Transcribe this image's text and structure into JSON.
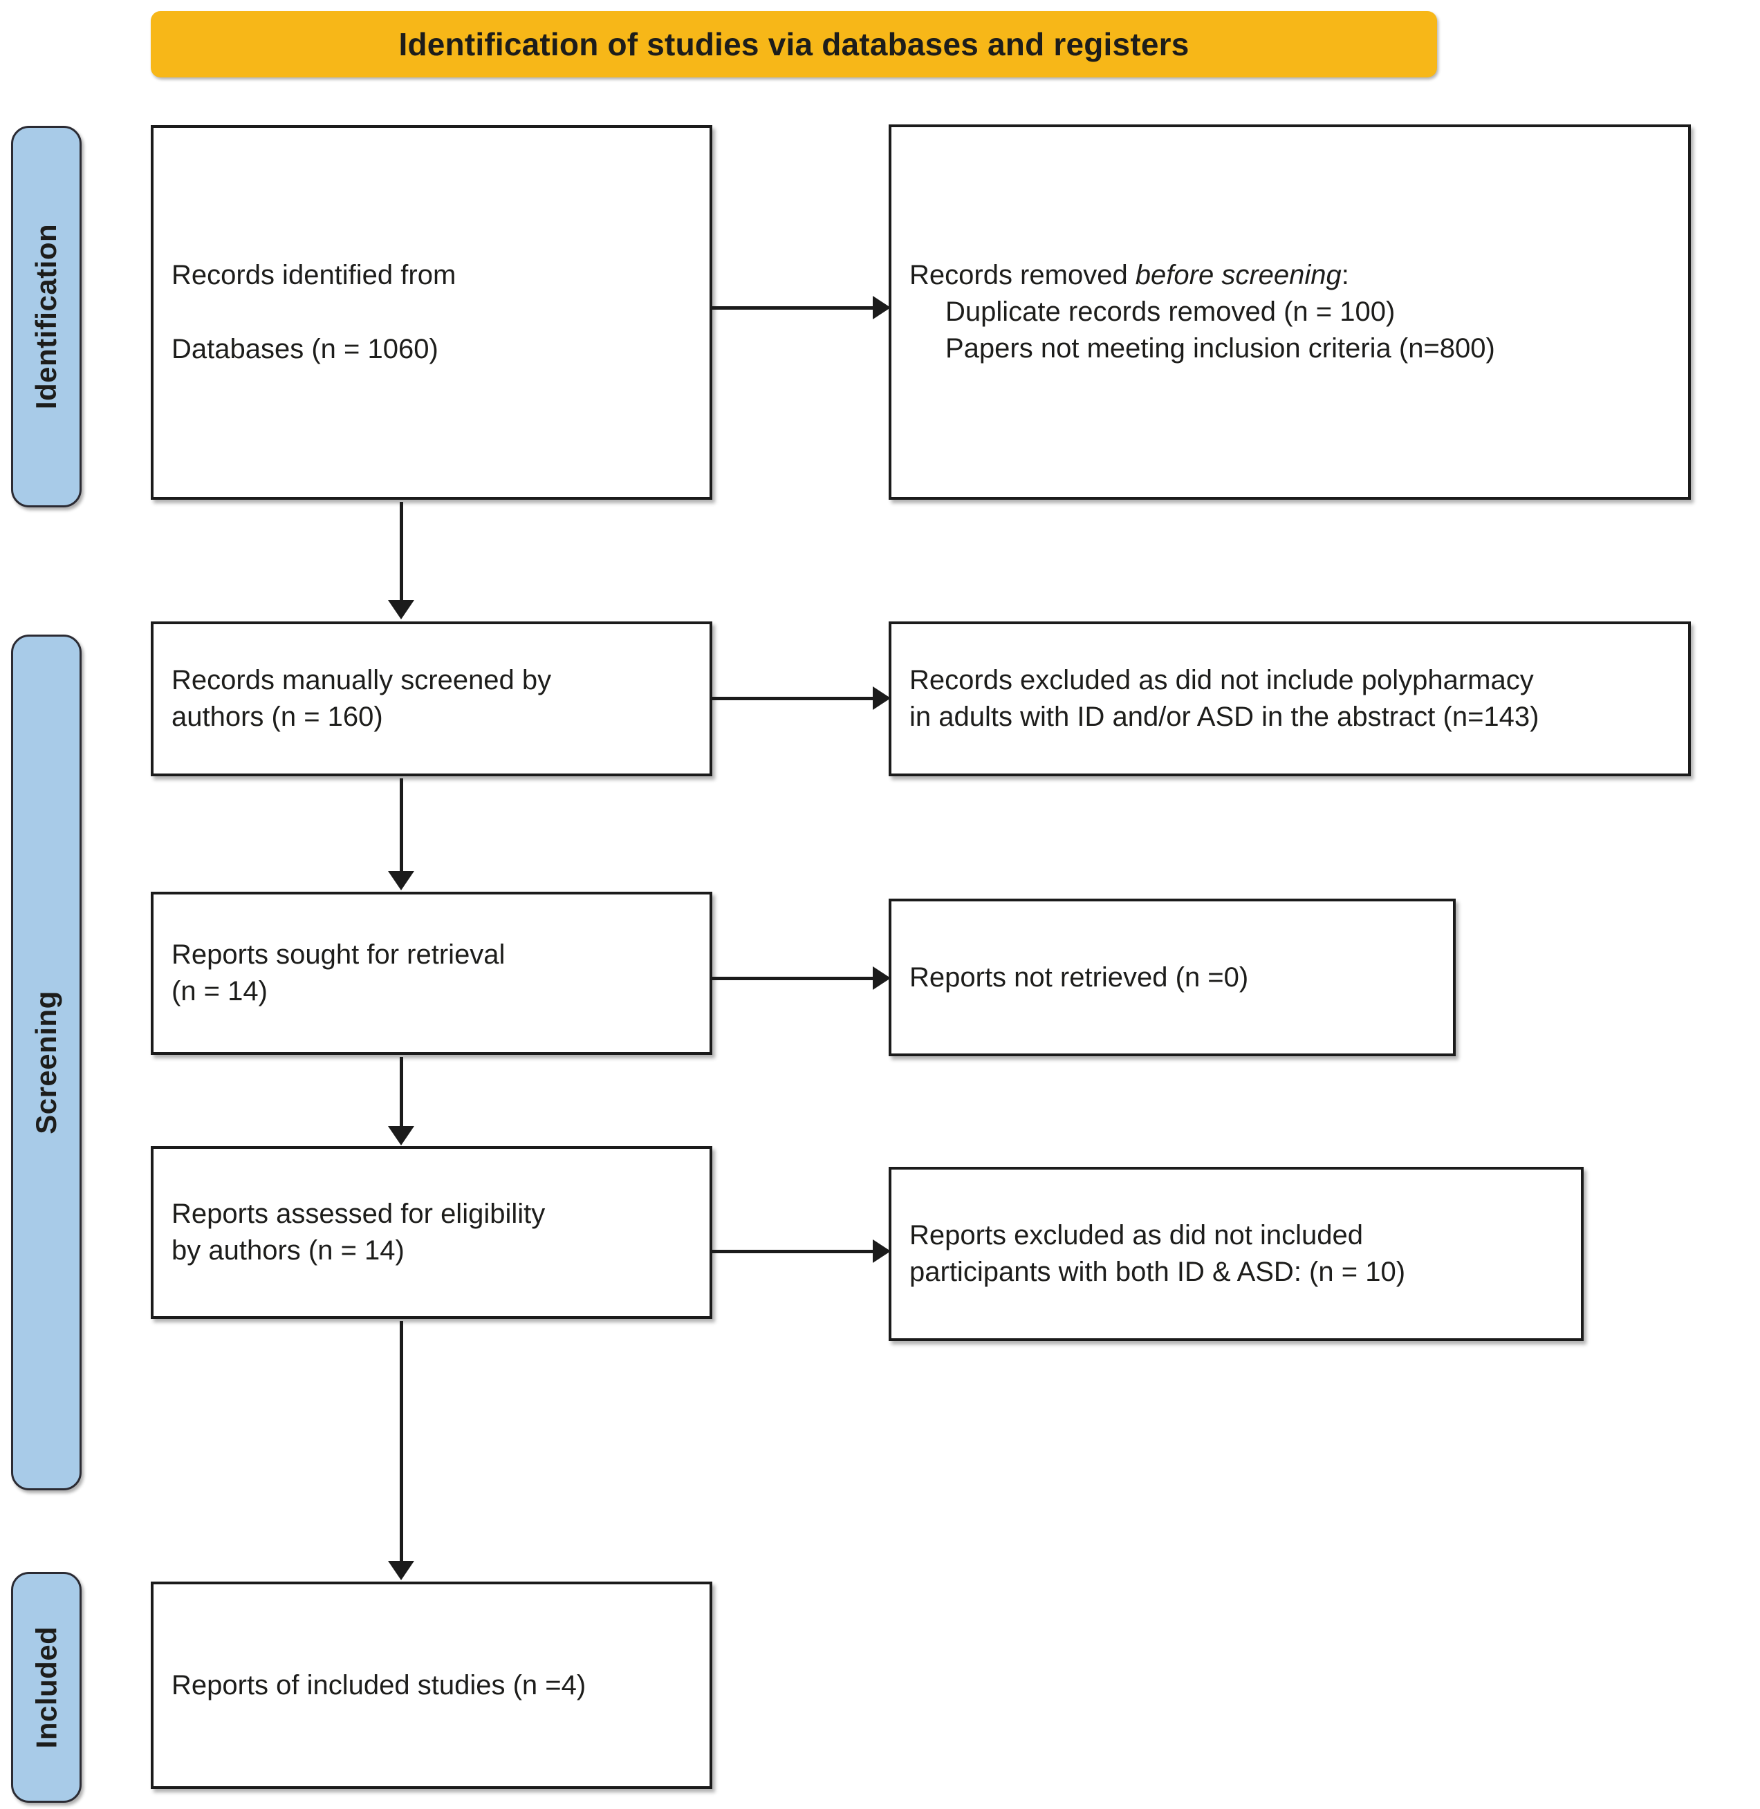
{
  "header": {
    "title": "Identification of studies via databases and registers",
    "color": "#f7b718"
  },
  "stages": {
    "identification": "Identification",
    "screening": "Screening",
    "included": "Included",
    "color": "#a8cbe8"
  },
  "boxes": {
    "identified": {
      "line1": "Records identified from",
      "line2": "Databases (n = 1060)"
    },
    "removed": {
      "line1_prefix": "Records removed ",
      "line1_emphasis": "before screening",
      "line1_suffix": ":",
      "line2": "Duplicate records removed (n = 100)",
      "line3": "Papers not meeting inclusion criteria (n=800)"
    },
    "screened": {
      "line1": "Records manually screened by",
      "line2": "authors (n = 160)"
    },
    "excluded_screening": {
      "line1": "Records excluded as did not include polypharmacy",
      "line2": "in adults with ID and/or ASD in the abstract (n=143)"
    },
    "sought": {
      "line1": "Reports sought for retrieval",
      "line2": "(n = 14)"
    },
    "not_retrieved": {
      "line1": "Reports not retrieved (n =0)"
    },
    "assessed": {
      "line1": "Reports assessed for eligibility",
      "line2": "by authors (n = 14)"
    },
    "excluded_eligibility": {
      "line1": "Reports excluded as did not included",
      "line2": "participants with both ID & ASD: (n = 10)"
    },
    "included": {
      "line1": "Reports of included studies (n =4)"
    }
  },
  "chart_data": {
    "type": "diagram",
    "title": "Identification of studies via databases and registers",
    "diagram_kind": "PRISMA flow diagram",
    "stages": [
      "Identification",
      "Screening",
      "Included"
    ],
    "nodes": [
      {
        "id": "identified",
        "stage": "Identification",
        "column": "main",
        "label": "Records identified from Databases",
        "n": 1060
      },
      {
        "id": "removed",
        "stage": "Identification",
        "column": "excluded",
        "label": "Records removed before screening",
        "children": [
          {
            "label": "Duplicate records removed",
            "n": 100
          },
          {
            "label": "Papers not meeting inclusion criteria",
            "n": 800
          }
        ]
      },
      {
        "id": "screened",
        "stage": "Screening",
        "column": "main",
        "label": "Records manually screened by authors",
        "n": 160
      },
      {
        "id": "excluded_screening",
        "stage": "Screening",
        "column": "excluded",
        "label": "Records excluded as did not include polypharmacy in adults with ID and/or ASD in the abstract",
        "n": 143
      },
      {
        "id": "sought",
        "stage": "Screening",
        "column": "main",
        "label": "Reports sought for retrieval",
        "n": 14
      },
      {
        "id": "not_retrieved",
        "stage": "Screening",
        "column": "excluded",
        "label": "Reports not retrieved",
        "n": 0
      },
      {
        "id": "assessed",
        "stage": "Screening",
        "column": "main",
        "label": "Reports assessed for eligibility by authors",
        "n": 14
      },
      {
        "id": "excluded_eligibility",
        "stage": "Screening",
        "column": "excluded",
        "label": "Reports excluded as did not included participants with both ID & ASD",
        "n": 10
      },
      {
        "id": "included",
        "stage": "Included",
        "column": "main",
        "label": "Reports of included studies",
        "n": 4
      }
    ],
    "edges": [
      {
        "from": "identified",
        "to": "removed",
        "direction": "horizontal"
      },
      {
        "from": "identified",
        "to": "screened",
        "direction": "vertical"
      },
      {
        "from": "screened",
        "to": "excluded_screening",
        "direction": "horizontal"
      },
      {
        "from": "screened",
        "to": "sought",
        "direction": "vertical"
      },
      {
        "from": "sought",
        "to": "not_retrieved",
        "direction": "horizontal"
      },
      {
        "from": "sought",
        "to": "assessed",
        "direction": "vertical"
      },
      {
        "from": "assessed",
        "to": "excluded_eligibility",
        "direction": "horizontal"
      },
      {
        "from": "assessed",
        "to": "included",
        "direction": "vertical"
      }
    ]
  }
}
